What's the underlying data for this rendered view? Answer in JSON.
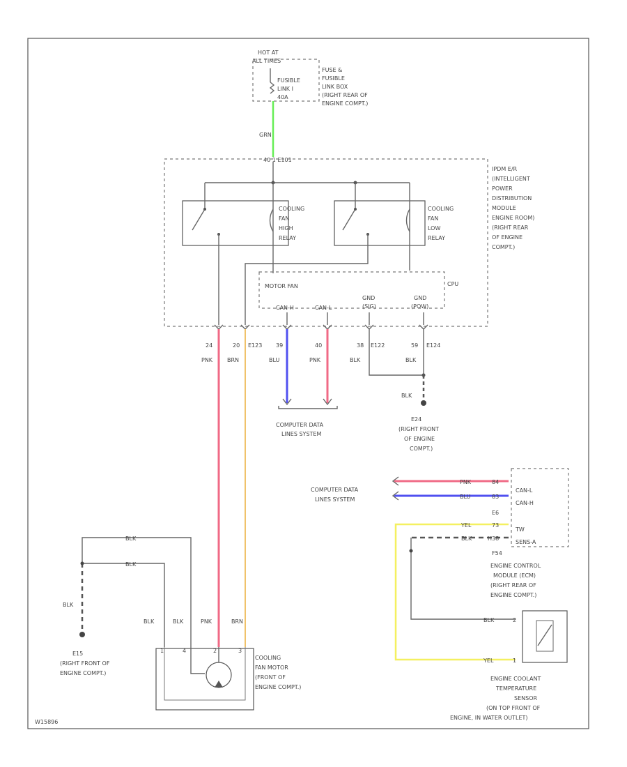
{
  "source": {
    "l1": "HOT AT",
    "l2": "ALL TIMES",
    "fuse_l1": "FUSIBLE",
    "fuse_l2": "LINK I",
    "fuse_l3": "40A",
    "box_l1": "FUSE &",
    "box_l2": "FUSIBLE",
    "box_l3": "LINK BOX",
    "box_l4": "(RIGHT REAR OF",
    "box_l5": "ENGINE COMPT.)",
    "wire": "GRN",
    "pin": "40 1  E101"
  },
  "ipdm": {
    "l1": "IPDM E/R",
    "l2": "(INTELLIGENT",
    "l3": "POWER",
    "l4": "DISTRIBUTION",
    "l5": "MODULE",
    "l6": "ENGINE ROOM)",
    "l7": "(RIGHT REAR",
    "l8": "OF ENGINE",
    "l9": "COMPT.)",
    "relay_high": [
      "COOLING",
      "FAN",
      "HIGH",
      "RELAY"
    ],
    "relay_low": [
      "COOLING",
      "FAN",
      "LOW",
      "RELAY"
    ],
    "cpu": "CPU",
    "motor_fan": "MOTOR FAN",
    "terms": [
      "CAN-H",
      "CAN-L",
      "GND (SIG)",
      "GND (POW)"
    ],
    "gnd_a1": "GND",
    "gnd_a2": "(SIG)",
    "gnd_b1": "GND",
    "gnd_b2": "(POW)"
  },
  "pins": [
    {
      "num": "24",
      "color": "PNK",
      "conn": ""
    },
    {
      "num": "20",
      "color": "BRN",
      "conn": "E123"
    },
    {
      "num": "39",
      "color": "BLU",
      "conn": ""
    },
    {
      "num": "40",
      "color": "PNK",
      "conn": ""
    },
    {
      "num": "38",
      "color": "BLK",
      "conn": "E122"
    },
    {
      "num": "59",
      "color": "BLK",
      "conn": "E124"
    }
  ],
  "can_label": {
    "l1": "COMPUTER DATA",
    "l2": "LINES SYSTEM"
  },
  "ground_e24": {
    "wire": "BLK",
    "id": "E24",
    "l1": "(RIGHT FRONT",
    "l2": "OF ENGINE",
    "l3": "COMPT.)"
  },
  "ecm": {
    "can_l1": "COMPUTER DATA",
    "can_l2": "LINES SYSTEM",
    "wires": [
      {
        "color": "PNK",
        "pin": "84",
        "term": "CAN-L"
      },
      {
        "color": "BLU",
        "pin": "83",
        "term": "CAN-H"
      },
      {
        "color": "YEL",
        "pin": "73",
        "term": "TW"
      },
      {
        "color": "BLK",
        "pin": "H38",
        "term": "SENS-A"
      }
    ],
    "conn_a": "E6",
    "conn_b": "F54",
    "l1": "ENGINE CONTROL",
    "l2": "MODULE (ECM)",
    "l3": "(RIGHT REAR OF",
    "l4": "ENGINE COMPT.)"
  },
  "ect": {
    "wire1": "BLK",
    "pin1": "2",
    "wire2": "YEL",
    "pin2": "1",
    "l1": "ENGINE COOLANT",
    "l2": "TEMPERATURE",
    "l3": "SENSOR",
    "l4": "(ON TOP FRONT OF",
    "l5": "ENGINE, IN WATER OUTLET)"
  },
  "motor": {
    "wire_top1": "BLK",
    "wire_top2": "BLK",
    "ground_wire": "BLK",
    "ground_id": "E15",
    "ground_l1": "(RIGHT FRONT OF",
    "ground_l2": "ENGINE COMPT.)",
    "wires": [
      "BLK",
      "BLK",
      "PNK",
      "BRN"
    ],
    "pins": [
      "1",
      "4",
      "2",
      "3"
    ],
    "l1": "COOLING",
    "l2": "FAN MOTOR",
    "l3": "(FRONT OF",
    "l4": "ENGINE COMPT.)"
  },
  "doc_id": "W15896",
  "colors": {
    "grn": "#66ee55",
    "pnk": "#f06a86",
    "brn": "#f0c26a",
    "blu": "#5050f0",
    "yel": "#f4f060",
    "blk": "#555555"
  }
}
